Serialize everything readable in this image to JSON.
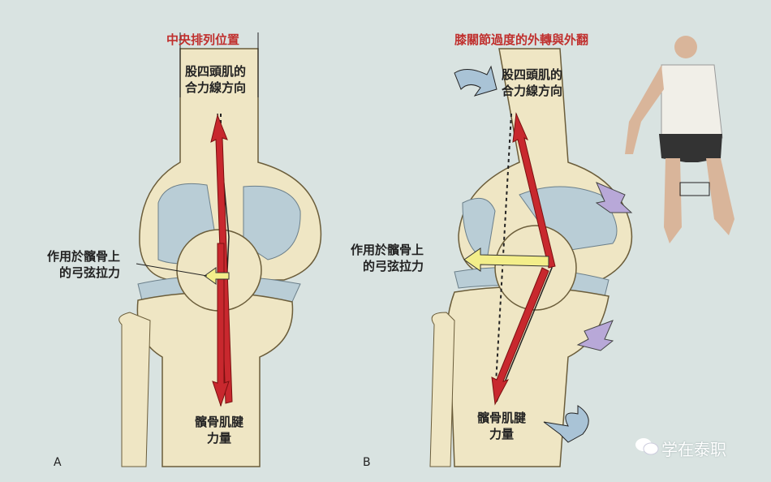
{
  "panel_a": {
    "title": "中央排列位置",
    "label": "A",
    "quad_line_1": "股四頭肌的",
    "quad_line_2": "合力線方向",
    "bowstring_line_1": "作用於髕骨上",
    "bowstring_line_2": "的弓弦拉力",
    "tendon_line_1": "髕骨肌腱",
    "tendon_line_2": "力量"
  },
  "panel_b": {
    "title": "膝關節過度的外轉與外翻",
    "label": "B",
    "quad_line_1": "股四頭肌的",
    "quad_line_2": "合力線方向",
    "bowstring_line_1": "作用於髕骨上",
    "bowstring_line_2": "的弓弦拉力",
    "tendon_line_1": "髕骨肌腱",
    "tendon_line_2": "力量"
  },
  "watermark": {
    "text": "学在泰职",
    "icon": "wechat-icon"
  },
  "colors": {
    "force": "#c8282e",
    "bone": "#efe6c4",
    "cartilage": "#b9cdd6",
    "bowstring": "#f3ee8a",
    "rotation": "#a9c3d6",
    "valgus": "#b8a8d8"
  }
}
